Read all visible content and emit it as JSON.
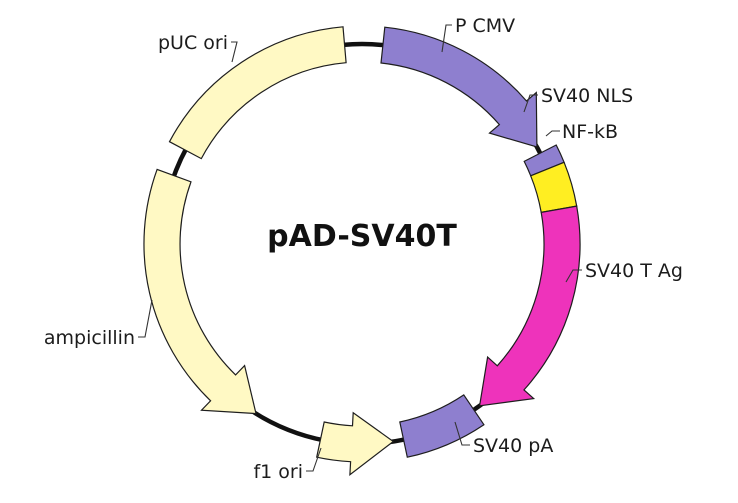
{
  "title": "pAD-SV40T",
  "colors": {
    "purple": "#8e7fcf",
    "yellow": "#ffee22",
    "magenta": "#ee33bb",
    "cream": "#fff9c4",
    "backbone": "#111111"
  },
  "features": [
    {
      "id": "pcmv",
      "label": "P CMV",
      "start": 6,
      "end": 61,
      "direction": "cw",
      "color": "purple"
    },
    {
      "id": "sv40nls",
      "label": "SV40 NLS",
      "start": 63,
      "end": 68,
      "direction": "none",
      "color": "purple"
    },
    {
      "id": "nfkb",
      "label": "NF-kB",
      "start": 68,
      "end": 80,
      "direction": "none",
      "color": "yellow"
    },
    {
      "id": "sv40tag",
      "label": "SV40 T Ag",
      "start": 80,
      "end": 144,
      "direction": "cw",
      "color": "magenta"
    },
    {
      "id": "sv40pa",
      "label": "SV40 pA",
      "start": 146,
      "end": 168,
      "direction": "none",
      "color": "purple"
    },
    {
      "id": "f1ori",
      "label": "f1 ori",
      "start": 192,
      "end": 171,
      "direction": "ccw",
      "color": "cream"
    },
    {
      "id": "ampicillin",
      "label": "ampicillin",
      "start": 290,
      "end": 212,
      "direction": "ccw",
      "color": "cream"
    },
    {
      "id": "puc",
      "label": "pUC ori",
      "start": 298,
      "end": 355,
      "direction": "none",
      "color": "cream"
    }
  ]
}
